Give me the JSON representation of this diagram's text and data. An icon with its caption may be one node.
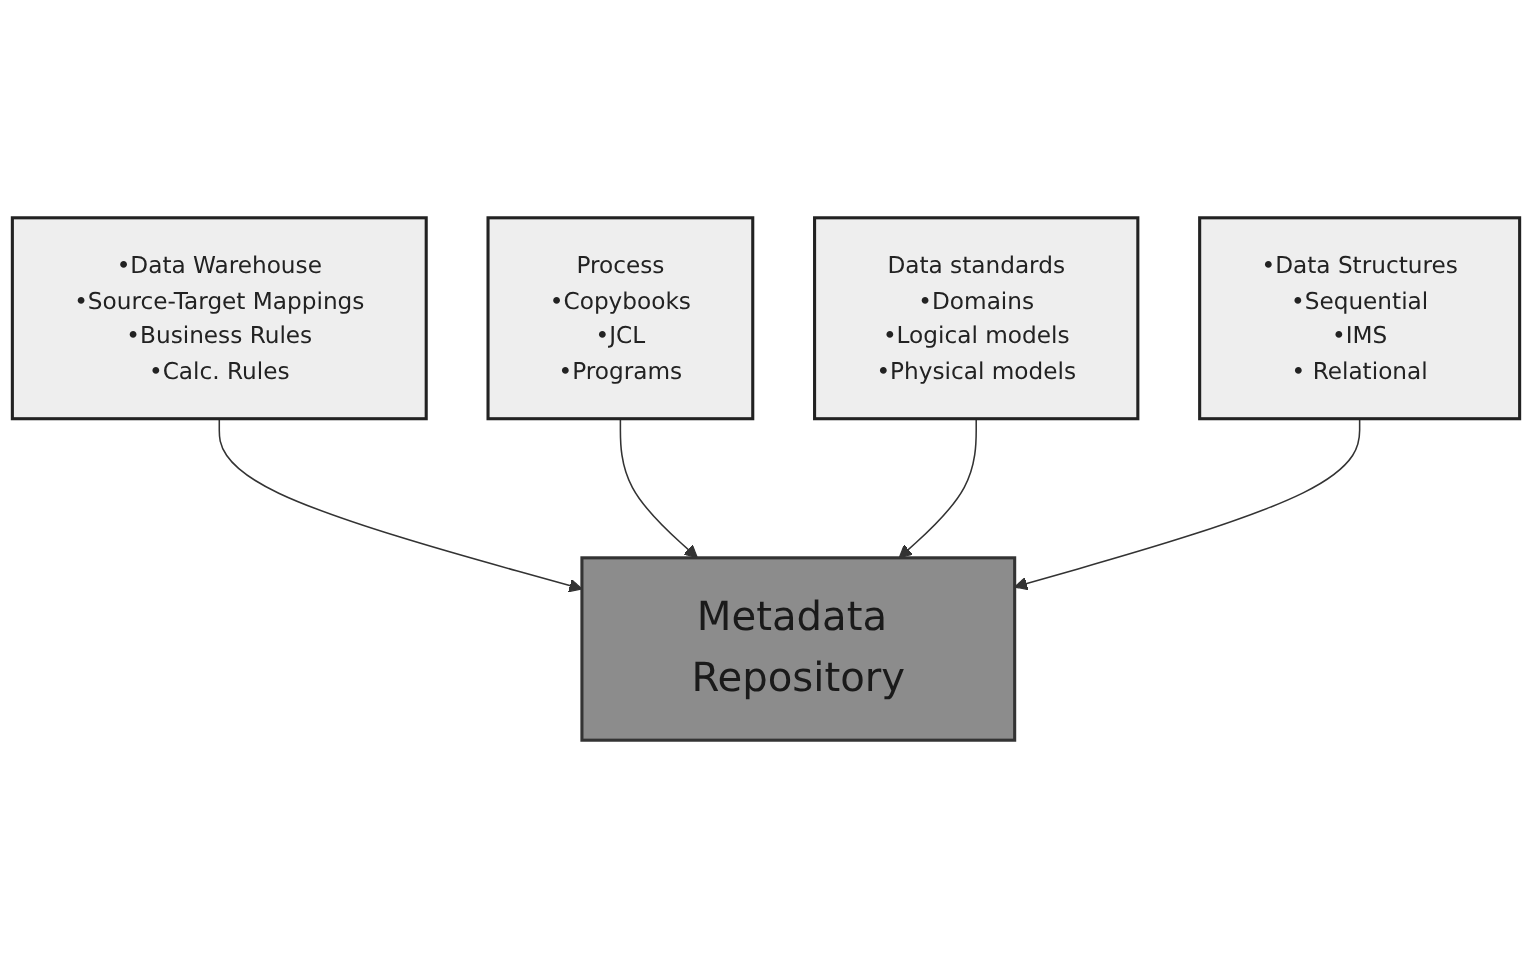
{
  "diagram": {
    "nodes": [
      {
        "text": [
          "•Data Warehouse",
          "•Source-Target Mappings",
          "•Business Rules",
          "•Calc. Rules"
        ]
      },
      {
        "text": [
          "Process",
          "•Copybooks",
          "•JCL",
          "•Programs"
        ]
      },
      {
        "text": [
          "Data standards",
          "•Domains",
          "•Logical models",
          "•Physical models"
        ]
      },
      {
        "text": [
          "•Data Structures",
          "•Sequential",
          "•IMS",
          "• Relational"
        ]
      },
      {
        "text": [
          "Metadata Repository"
        ]
      }
    ],
    "edges": [
      {
        "from": 0,
        "to": 4,
        "arrow": "to"
      },
      {
        "from": 1,
        "to": 4,
        "arrow": "to"
      },
      {
        "from": 2,
        "to": 4,
        "arrow": "to"
      },
      {
        "from": 3,
        "to": 4,
        "arrow": "to"
      }
    ]
  }
}
